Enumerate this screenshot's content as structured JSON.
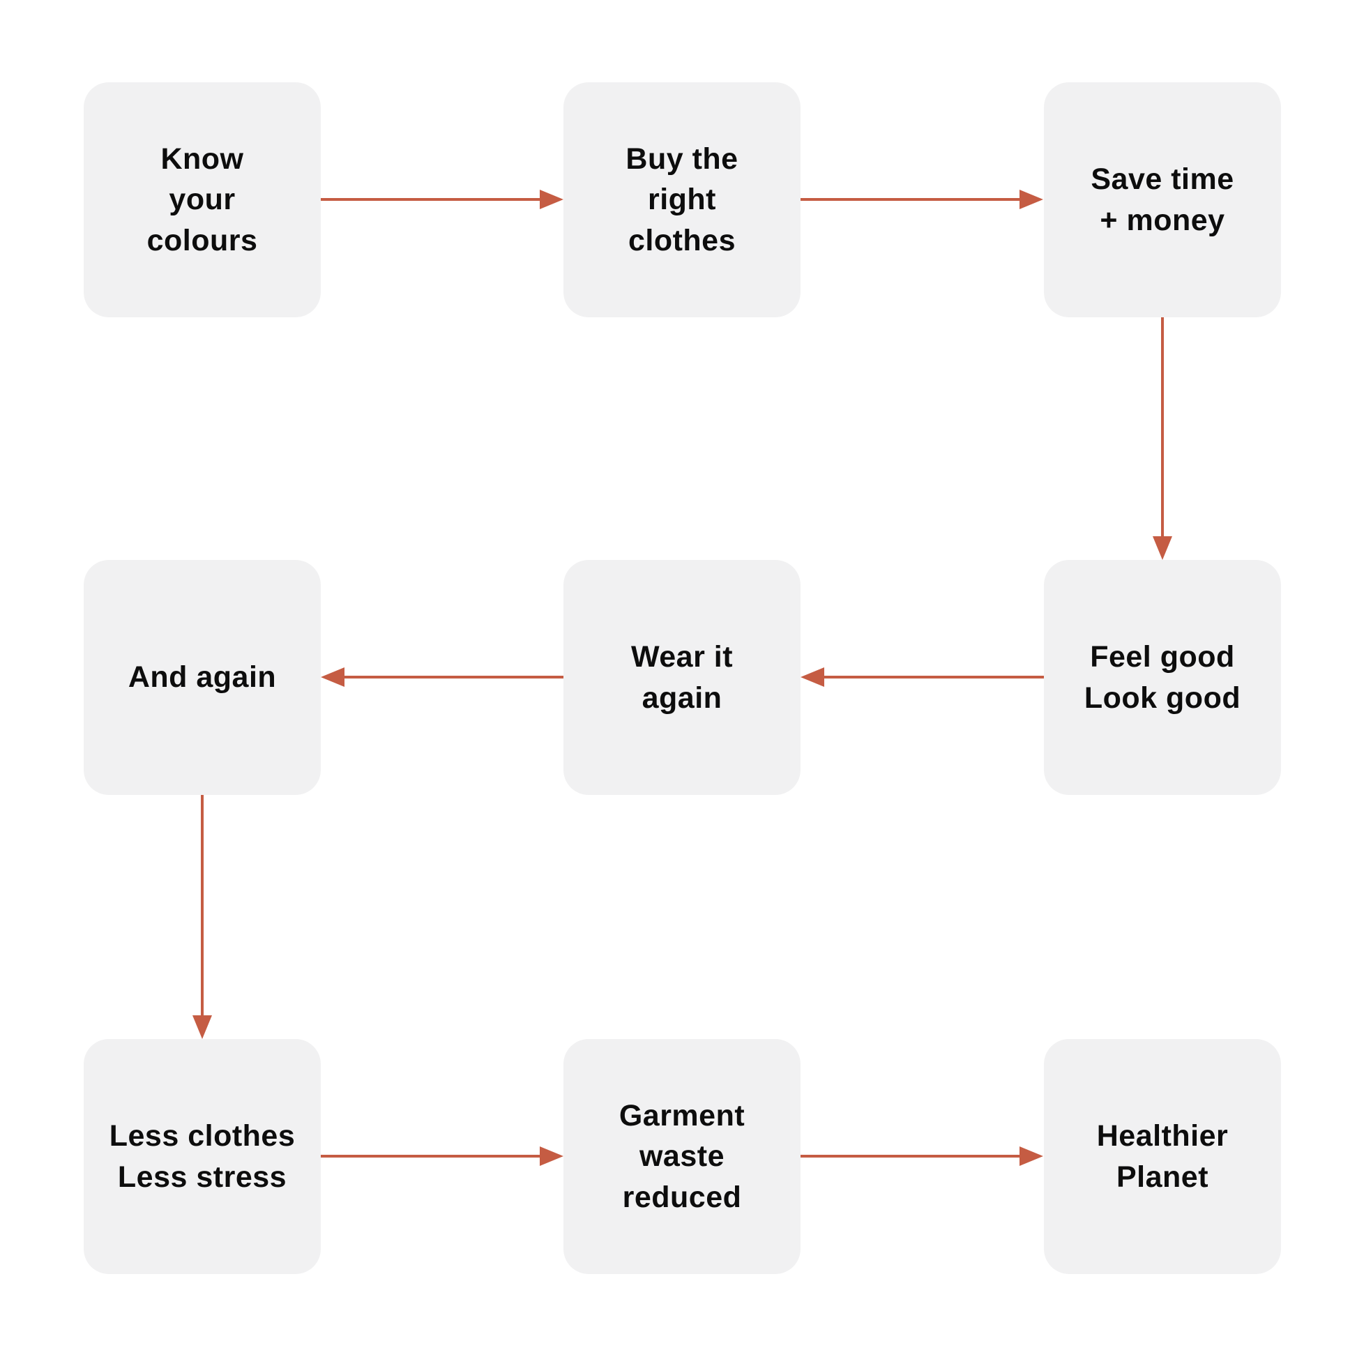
{
  "diagram": {
    "title": "Know your colours flow",
    "background_color": "#ffffff",
    "node_fill_color": "#f1f1f2",
    "node_text_color": "#0d0d0d",
    "arrow_color": "#c55c43",
    "nodes": [
      {
        "id": "know-your-colours",
        "label": "Know\nyour\ncolours"
      },
      {
        "id": "buy-the-right-clothes",
        "label": "Buy the\nright\nclothes"
      },
      {
        "id": "save-time-money",
        "label": "Save time\n+ money"
      },
      {
        "id": "and-again",
        "label": "And again"
      },
      {
        "id": "wear-it-again",
        "label": "Wear it\nagain"
      },
      {
        "id": "feel-good-look-good",
        "label": "Feel good\nLook good"
      },
      {
        "id": "less-clothes-less-stress",
        "label": "Less clothes\nLess stress"
      },
      {
        "id": "garment-waste-reduced",
        "label": "Garment\nwaste\nreduced"
      },
      {
        "id": "healthier-planet",
        "label": "Healthier\nPlanet"
      }
    ],
    "edges": [
      {
        "from": "know-your-colours",
        "to": "buy-the-right-clothes",
        "direction": "right"
      },
      {
        "from": "buy-the-right-clothes",
        "to": "save-time-money",
        "direction": "right"
      },
      {
        "from": "save-time-money",
        "to": "feel-good-look-good",
        "direction": "down"
      },
      {
        "from": "feel-good-look-good",
        "to": "wear-it-again",
        "direction": "left"
      },
      {
        "from": "wear-it-again",
        "to": "and-again",
        "direction": "left"
      },
      {
        "from": "and-again",
        "to": "less-clothes-less-stress",
        "direction": "down"
      },
      {
        "from": "less-clothes-less-stress",
        "to": "garment-waste-reduced",
        "direction": "right"
      },
      {
        "from": "garment-waste-reduced",
        "to": "healthier-planet",
        "direction": "right"
      }
    ]
  }
}
